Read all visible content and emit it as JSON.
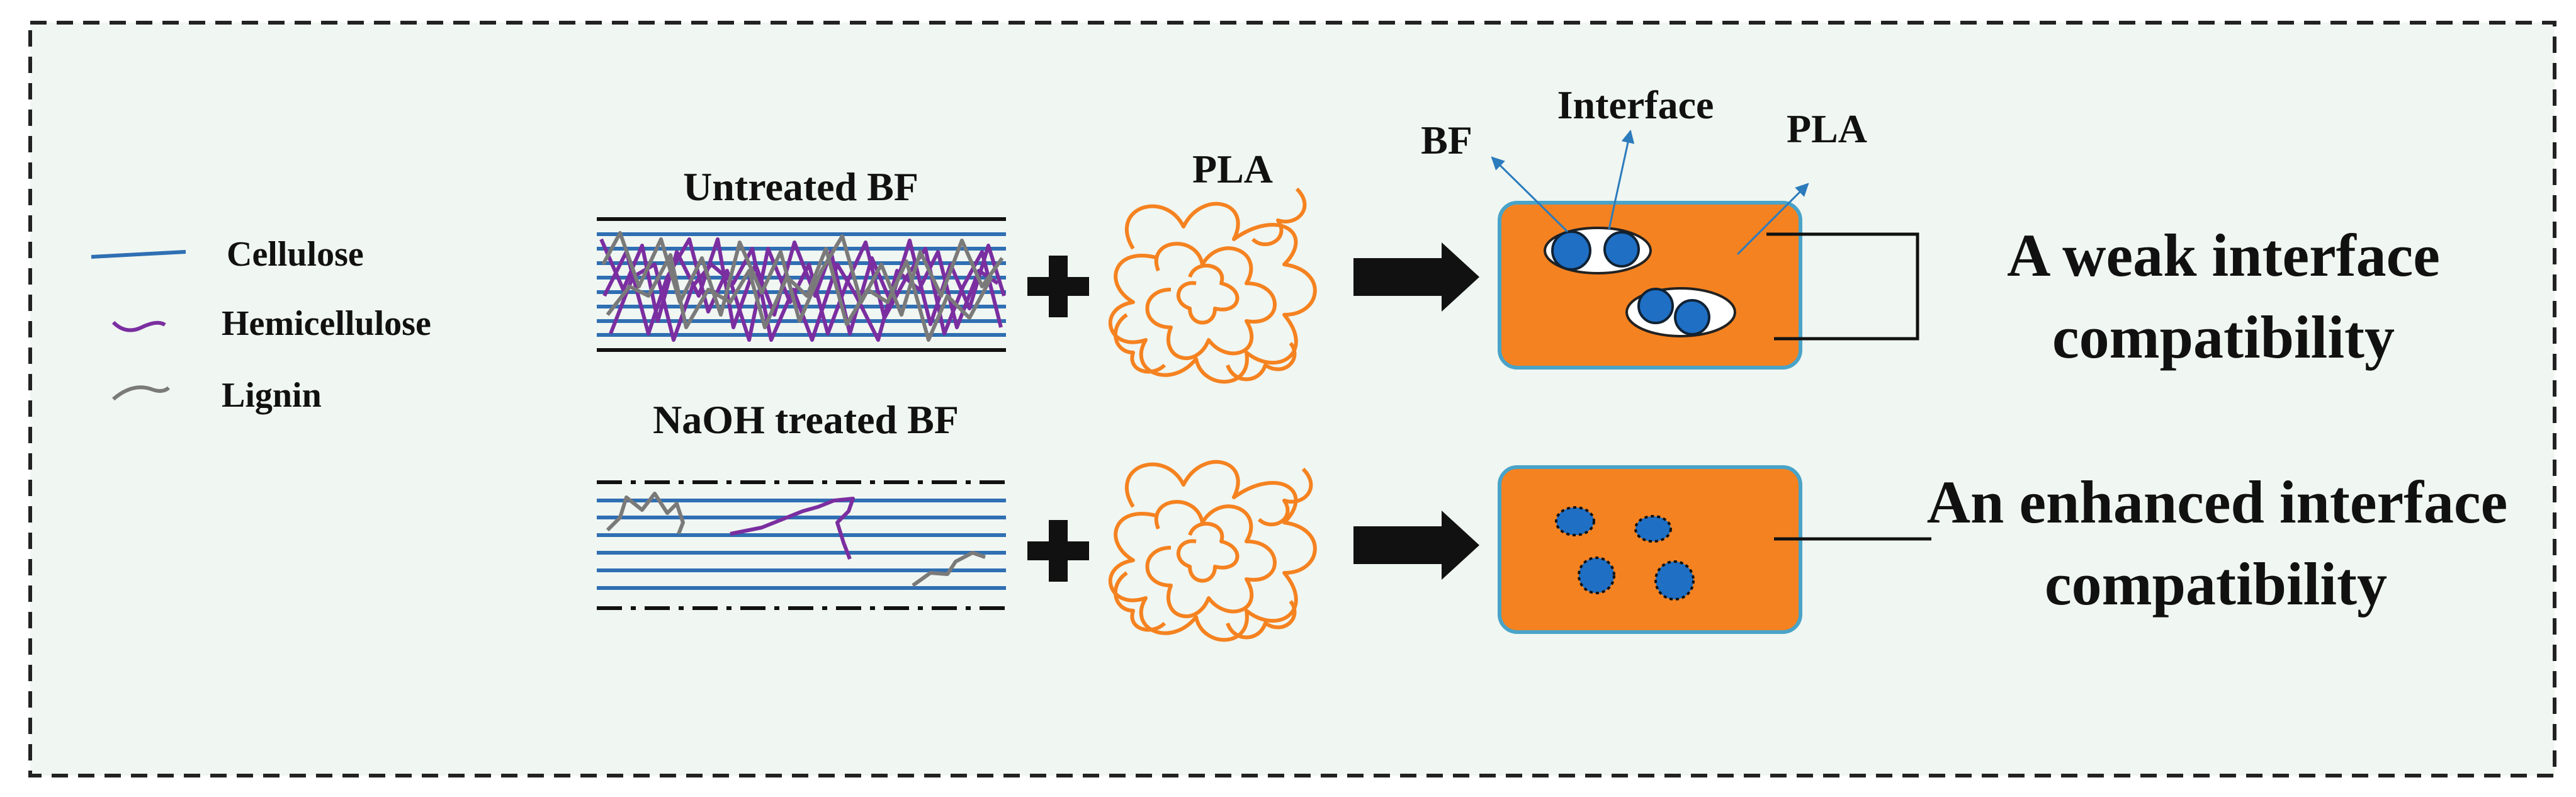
{
  "legend": {
    "cellulose": "Cellulose",
    "hemicellulose": "Hemicellulose",
    "lignin": "Lignin"
  },
  "fibers": {
    "untreated_title": "Untreated BF",
    "treated_title": "NaOH treated BF"
  },
  "matrix": {
    "pla_label": "PLA"
  },
  "composite": {
    "bf_label": "BF",
    "interface_label": "Interface",
    "pla_label": "PLA"
  },
  "results": {
    "weak_line1": "A weak interface",
    "weak_line2": "compatibility",
    "enhanced_line1": "An enhanced interface",
    "enhanced_line2": "compatibility"
  },
  "colors": {
    "background": "#f0f6f1",
    "cellulose": "#2f6fb3",
    "hemicellulose": "#7a2ea0",
    "lignin": "#7a7a7a",
    "pla": "#f58220",
    "composite_border": "#4aa3c8",
    "fiber_dot": "#1f6fc4",
    "callout_arrow": "#2b7bbd"
  }
}
